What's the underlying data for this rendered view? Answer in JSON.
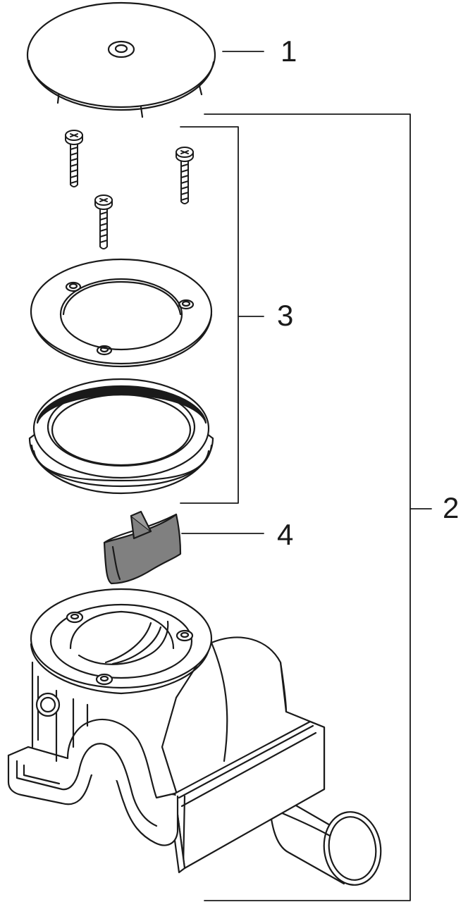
{
  "callouts": {
    "part_1": "1",
    "part_2": "2",
    "part_3": "3",
    "part_4": "4"
  },
  "colors": {
    "line": "#1a1a1a",
    "background": "#ffffff",
    "plug_fill": "#808080",
    "gasket_fill": "#1a1a1a"
  }
}
